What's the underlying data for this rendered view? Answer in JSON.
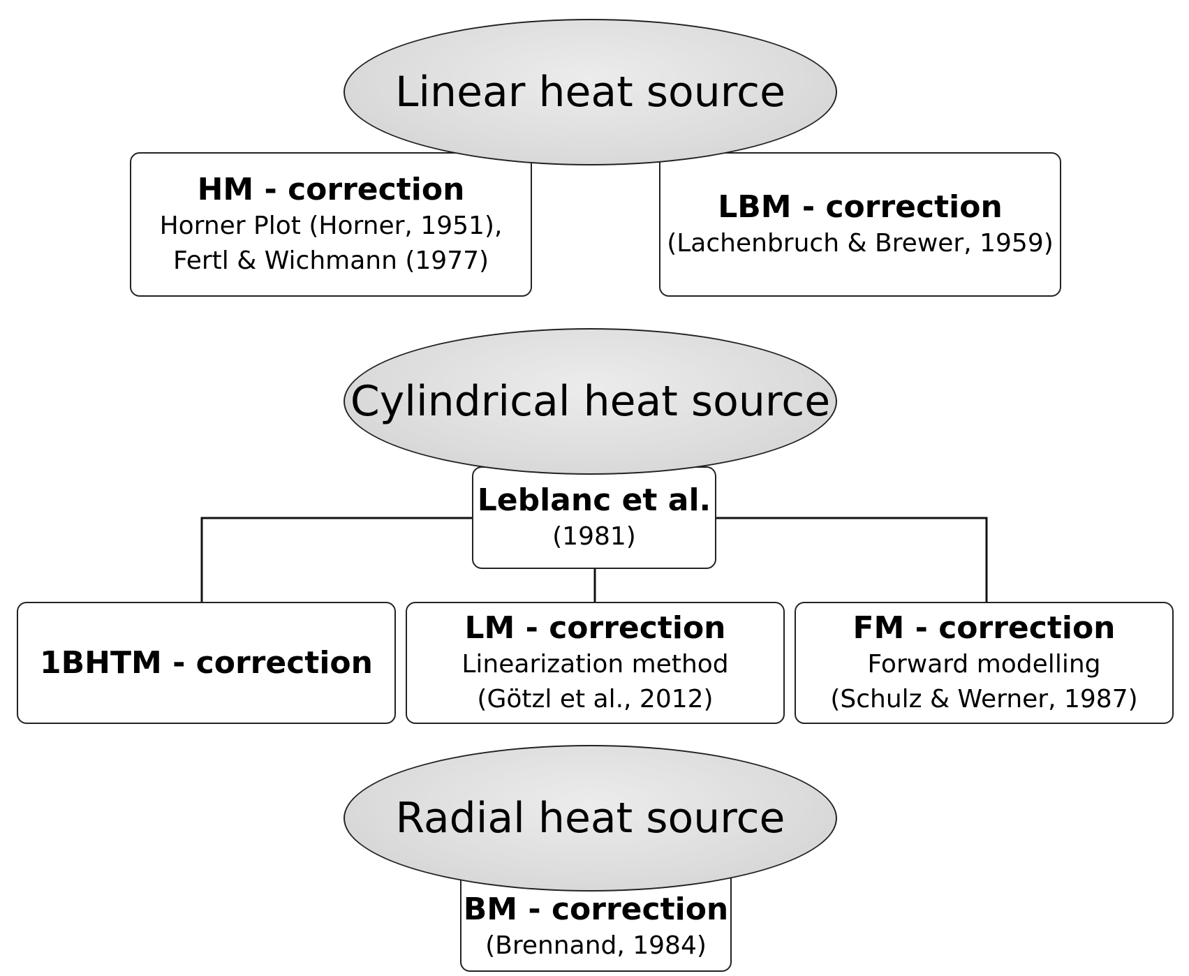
{
  "linear": {
    "heading": "Linear heat source",
    "hm": {
      "title": "HM - correction",
      "line1": "Horner Plot (Horner, 1951),",
      "line2": "Fertl & Wichmann (1977)"
    },
    "lbm": {
      "title": "LBM - correction",
      "line1": "(Lachenbruch & Brewer, 1959)"
    }
  },
  "cylindrical": {
    "heading": "Cylindrical heat source",
    "leblanc": {
      "title": "Leblanc et al.",
      "line1": "(1981)"
    },
    "bhtm": {
      "title": "1BHTM - correction"
    },
    "lm": {
      "title": "LM - correction",
      "line1": "Linearization method",
      "line2": "(Götzl et al., 2012)"
    },
    "fm": {
      "title": "FM - correction",
      "line1": "Forward modelling",
      "line2": "(Schulz & Werner, 1987)"
    }
  },
  "radial": {
    "heading": "Radial heat source",
    "bm": {
      "title": "BM - correction",
      "line1": "(Brennand, 1984)"
    }
  }
}
